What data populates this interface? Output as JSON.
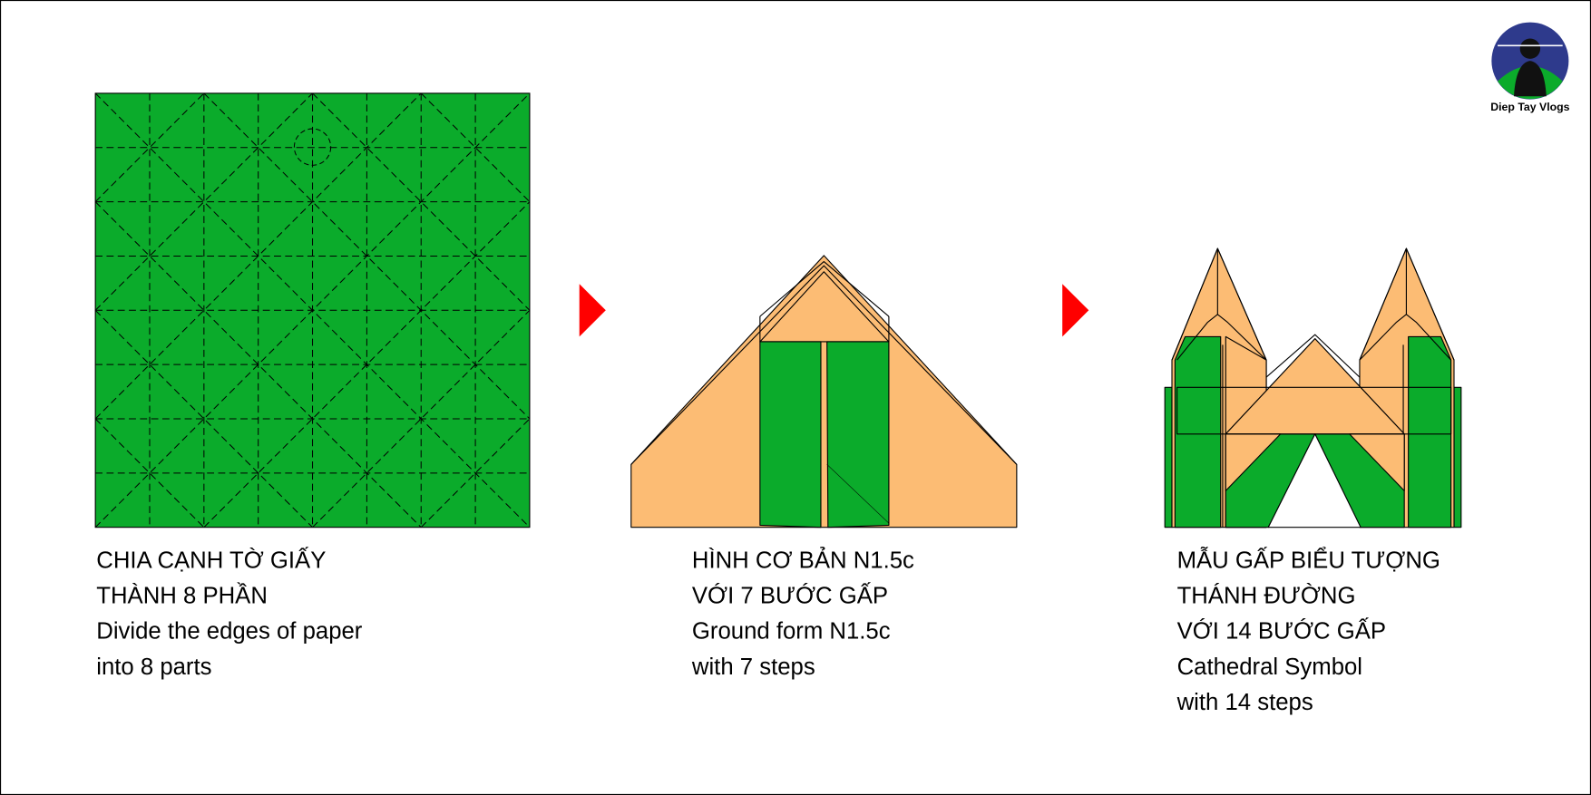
{
  "colors": {
    "green": "#0BAB2B",
    "orange": "#FCBC74",
    "arrow": "#FF0000",
    "logo_blue": "#2E3A8C"
  },
  "logo": {
    "caption": "Diep Tay Vlogs"
  },
  "steps": [
    {
      "lines": [
        "CHIA CẠNH TỜ GIẤY",
        "THÀNH 8 PHẦN",
        "Divide the edges of paper",
        "into 8 parts"
      ]
    },
    {
      "lines": [
        "HÌNH CƠ BẢN N1.5c",
        "VỚI 7 BƯỚC GẤP",
        "Ground form N1.5c",
        "with 7 steps"
      ]
    },
    {
      "lines": [
        "MẪU GẤP BIỂU TƯỢNG",
        "THÁNH ĐƯỜNG",
        "VỚI 14 BƯỚC GẤP",
        "Cathedral Symbol",
        "with 14 steps"
      ]
    }
  ]
}
